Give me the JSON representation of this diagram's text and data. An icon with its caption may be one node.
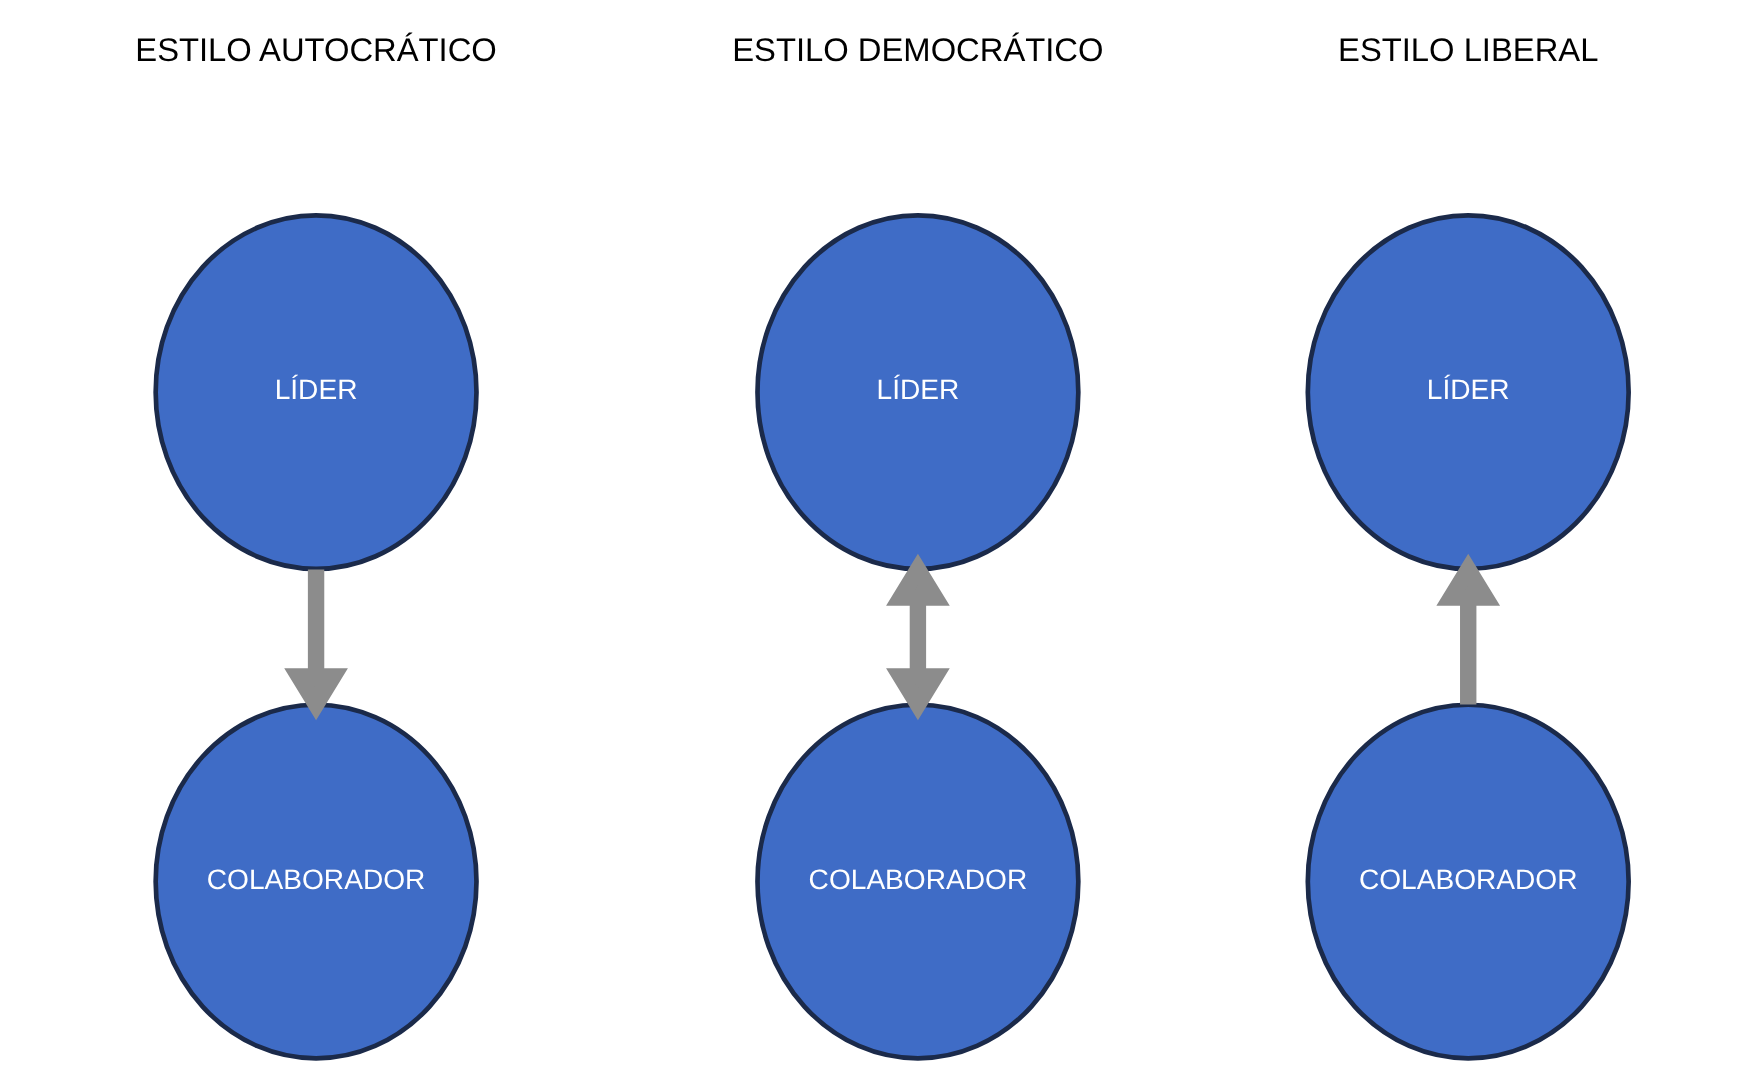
{
  "diagram": {
    "nodes": [
      {
        "text": [
          "LÍDER"
        ]
      },
      {
        "text": [
          "LÍDER"
        ]
      },
      {
        "text": [
          "LÍDER"
        ]
      },
      {
        "text": [
          "COLABORADOR"
        ]
      },
      {
        "text": [
          "COLABORADOR"
        ]
      },
      {
        "text": [
          "COLABORADOR"
        ]
      }
    ],
    "edges": [
      {
        "from": 0,
        "to": 3,
        "arrow": "to"
      },
      {
        "from": 1,
        "to": 4,
        "arrow": "both"
      },
      {
        "from": 5,
        "to": 2,
        "arrow": "to"
      }
    ],
    "labels": [
      "ESTILO AUTOCRÁTICO",
      "ESTILO DEMOCRÁTICO",
      "ESTILO LIBERAL"
    ]
  }
}
